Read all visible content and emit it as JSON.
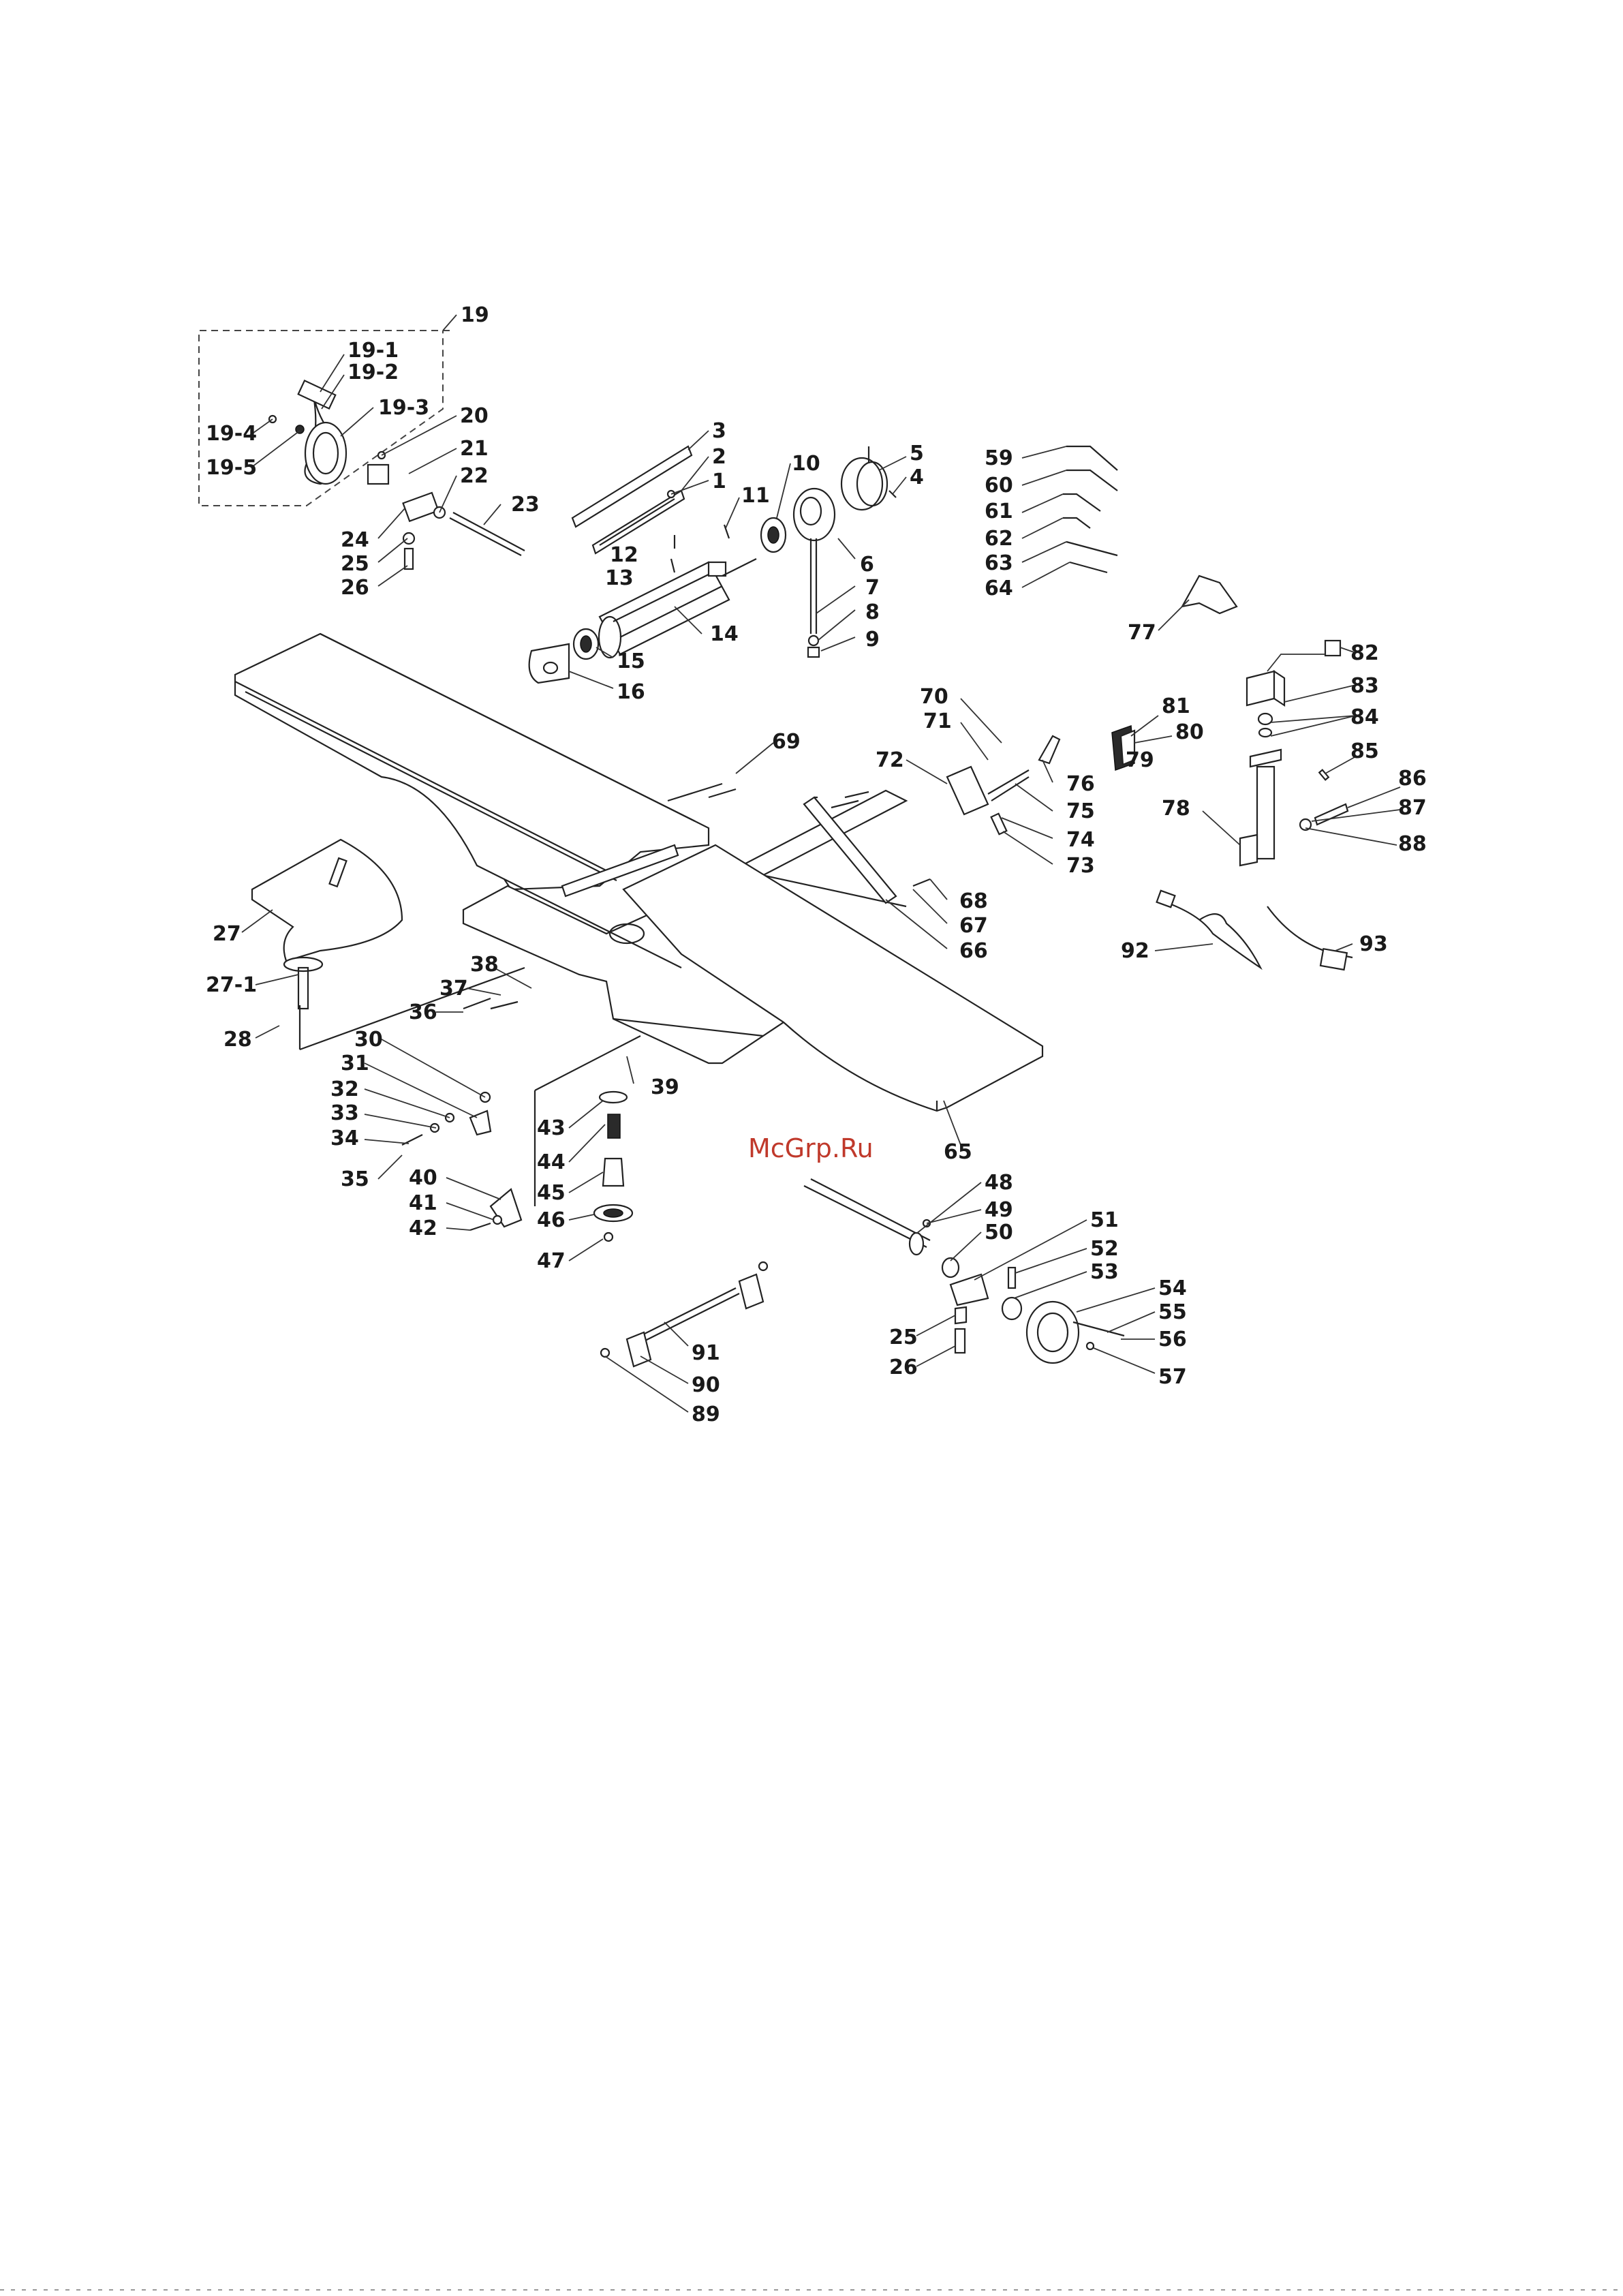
{
  "watermark": "McGrp.Ru",
  "labels": [
    {
      "id": "19",
      "text": "19"
    },
    {
      "id": "19-1",
      "text": "19-1"
    },
    {
      "id": "19-2",
      "text": "19-2"
    },
    {
      "id": "19-3",
      "text": "19-3"
    },
    {
      "id": "19-4",
      "text": "19-4"
    },
    {
      "id": "19-5",
      "text": "19-5"
    },
    {
      "id": "20",
      "text": "20"
    },
    {
      "id": "21",
      "text": "21"
    },
    {
      "id": "22",
      "text": "22"
    },
    {
      "id": "23",
      "text": "23"
    },
    {
      "id": "24",
      "text": "24"
    },
    {
      "id": "25a",
      "text": "25"
    },
    {
      "id": "26a",
      "text": "26"
    },
    {
      "id": "3",
      "text": "3"
    },
    {
      "id": "2",
      "text": "2"
    },
    {
      "id": "1",
      "text": "1"
    },
    {
      "id": "11",
      "text": "11"
    },
    {
      "id": "10",
      "text": "10"
    },
    {
      "id": "5",
      "text": "5"
    },
    {
      "id": "4",
      "text": "4"
    },
    {
      "id": "12",
      "text": "12"
    },
    {
      "id": "13",
      "text": "13"
    },
    {
      "id": "6",
      "text": "6"
    },
    {
      "id": "7",
      "text": "7"
    },
    {
      "id": "8",
      "text": "8"
    },
    {
      "id": "9",
      "text": "9"
    },
    {
      "id": "14",
      "text": "14"
    },
    {
      "id": "15",
      "text": "15"
    },
    {
      "id": "16",
      "text": "16"
    },
    {
      "id": "59",
      "text": "59"
    },
    {
      "id": "60",
      "text": "60"
    },
    {
      "id": "61",
      "text": "61"
    },
    {
      "id": "62",
      "text": "62"
    },
    {
      "id": "63",
      "text": "63"
    },
    {
      "id": "64",
      "text": "64"
    },
    {
      "id": "77",
      "text": "77"
    },
    {
      "id": "82",
      "text": "82"
    },
    {
      "id": "83",
      "text": "83"
    },
    {
      "id": "84",
      "text": "84"
    },
    {
      "id": "85",
      "text": "85"
    },
    {
      "id": "81",
      "text": "81"
    },
    {
      "id": "80",
      "text": "80"
    },
    {
      "id": "79",
      "text": "79"
    },
    {
      "id": "86",
      "text": "86"
    },
    {
      "id": "87",
      "text": "87"
    },
    {
      "id": "78",
      "text": "78"
    },
    {
      "id": "88",
      "text": "88"
    },
    {
      "id": "70",
      "text": "70"
    },
    {
      "id": "71",
      "text": "71"
    },
    {
      "id": "72",
      "text": "72"
    },
    {
      "id": "69",
      "text": "69"
    },
    {
      "id": "76",
      "text": "76"
    },
    {
      "id": "75",
      "text": "75"
    },
    {
      "id": "74",
      "text": "74"
    },
    {
      "id": "73",
      "text": "73"
    },
    {
      "id": "68",
      "text": "68"
    },
    {
      "id": "67",
      "text": "67"
    },
    {
      "id": "66",
      "text": "66"
    },
    {
      "id": "92",
      "text": "92"
    },
    {
      "id": "93",
      "text": "93"
    },
    {
      "id": "27",
      "text": "27"
    },
    {
      "id": "27-1",
      "text": "27-1"
    },
    {
      "id": "28",
      "text": "28"
    },
    {
      "id": "38",
      "text": "38"
    },
    {
      "id": "37",
      "text": "37"
    },
    {
      "id": "36",
      "text": "36"
    },
    {
      "id": "30",
      "text": "30"
    },
    {
      "id": "31",
      "text": "31"
    },
    {
      "id": "32",
      "text": "32"
    },
    {
      "id": "33",
      "text": "33"
    },
    {
      "id": "34",
      "text": "34"
    },
    {
      "id": "35",
      "text": "35"
    },
    {
      "id": "39",
      "text": "39"
    },
    {
      "id": "43",
      "text": "43"
    },
    {
      "id": "44",
      "text": "44"
    },
    {
      "id": "45",
      "text": "45"
    },
    {
      "id": "46",
      "text": "46"
    },
    {
      "id": "47",
      "text": "47"
    },
    {
      "id": "40",
      "text": "40"
    },
    {
      "id": "41",
      "text": "41"
    },
    {
      "id": "42",
      "text": "42"
    },
    {
      "id": "65",
      "text": "65"
    },
    {
      "id": "48",
      "text": "48"
    },
    {
      "id": "49",
      "text": "49"
    },
    {
      "id": "50",
      "text": "50"
    },
    {
      "id": "51",
      "text": "51"
    },
    {
      "id": "52",
      "text": "52"
    },
    {
      "id": "53",
      "text": "53"
    },
    {
      "id": "54",
      "text": "54"
    },
    {
      "id": "55",
      "text": "55"
    },
    {
      "id": "56",
      "text": "56"
    },
    {
      "id": "57",
      "text": "57"
    },
    {
      "id": "25b",
      "text": "25"
    },
    {
      "id": "26b",
      "text": "26"
    },
    {
      "id": "91",
      "text": "91"
    },
    {
      "id": "90",
      "text": "90"
    },
    {
      "id": "89",
      "text": "89"
    }
  ]
}
